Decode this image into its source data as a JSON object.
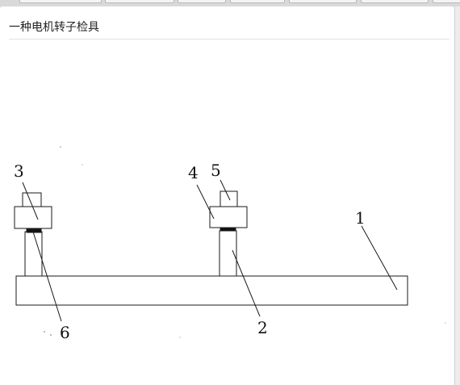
{
  "page": {
    "title": "一种电机转子检具"
  },
  "figure": {
    "labels": {
      "l1": "1",
      "l2": "2",
      "l3": "3",
      "l4": "4",
      "l5": "5",
      "l6": "6"
    },
    "line_color": "#1a1a1a"
  }
}
